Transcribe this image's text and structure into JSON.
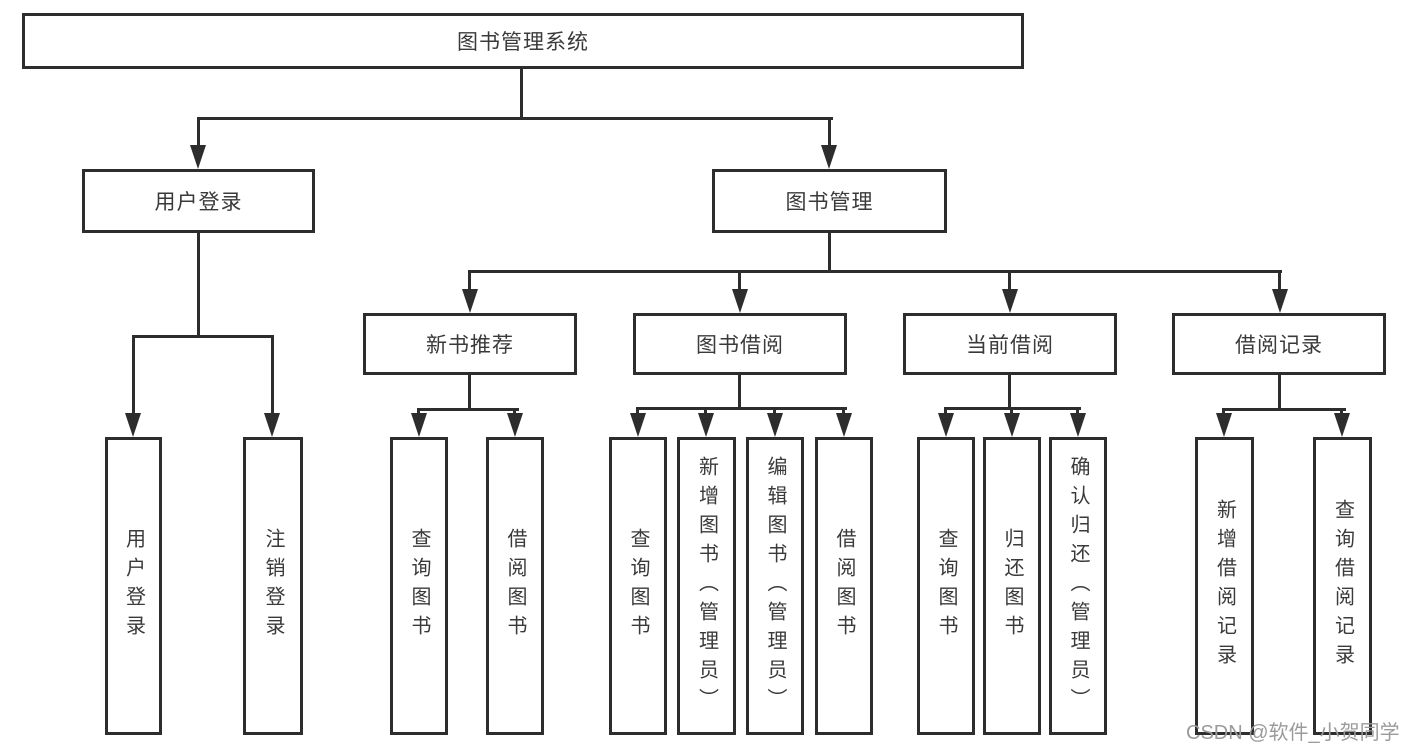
{
  "title": "图书管理系统",
  "watermark": "CSDN @软件_小贺同学",
  "colors": {
    "line": "#2d2d2d",
    "text": "#3a3a3a",
    "watermark": "#9b9b9b",
    "bg": "#ffffff"
  },
  "tree": {
    "root": "图书管理系统",
    "user_login": {
      "label": "用户登录",
      "children": [
        "用户登录",
        "注销登录"
      ]
    },
    "book_mgmt": {
      "label": "图书管理",
      "new_books": {
        "label": "新书推荐",
        "children": [
          "查询图书",
          "借阅图书"
        ]
      },
      "borrowing": {
        "label": "图书借阅",
        "children": [
          "查询图书",
          "新增图书（管理员）",
          "编辑图书（管理员）",
          "借阅图书"
        ]
      },
      "current": {
        "label": "当前借阅",
        "children": [
          "查询图书",
          "归还图书",
          "确认归还（管理员）"
        ]
      },
      "records": {
        "label": "借阅记录",
        "children": [
          "新增借阅记录",
          "查询借阅记录"
        ]
      }
    }
  }
}
